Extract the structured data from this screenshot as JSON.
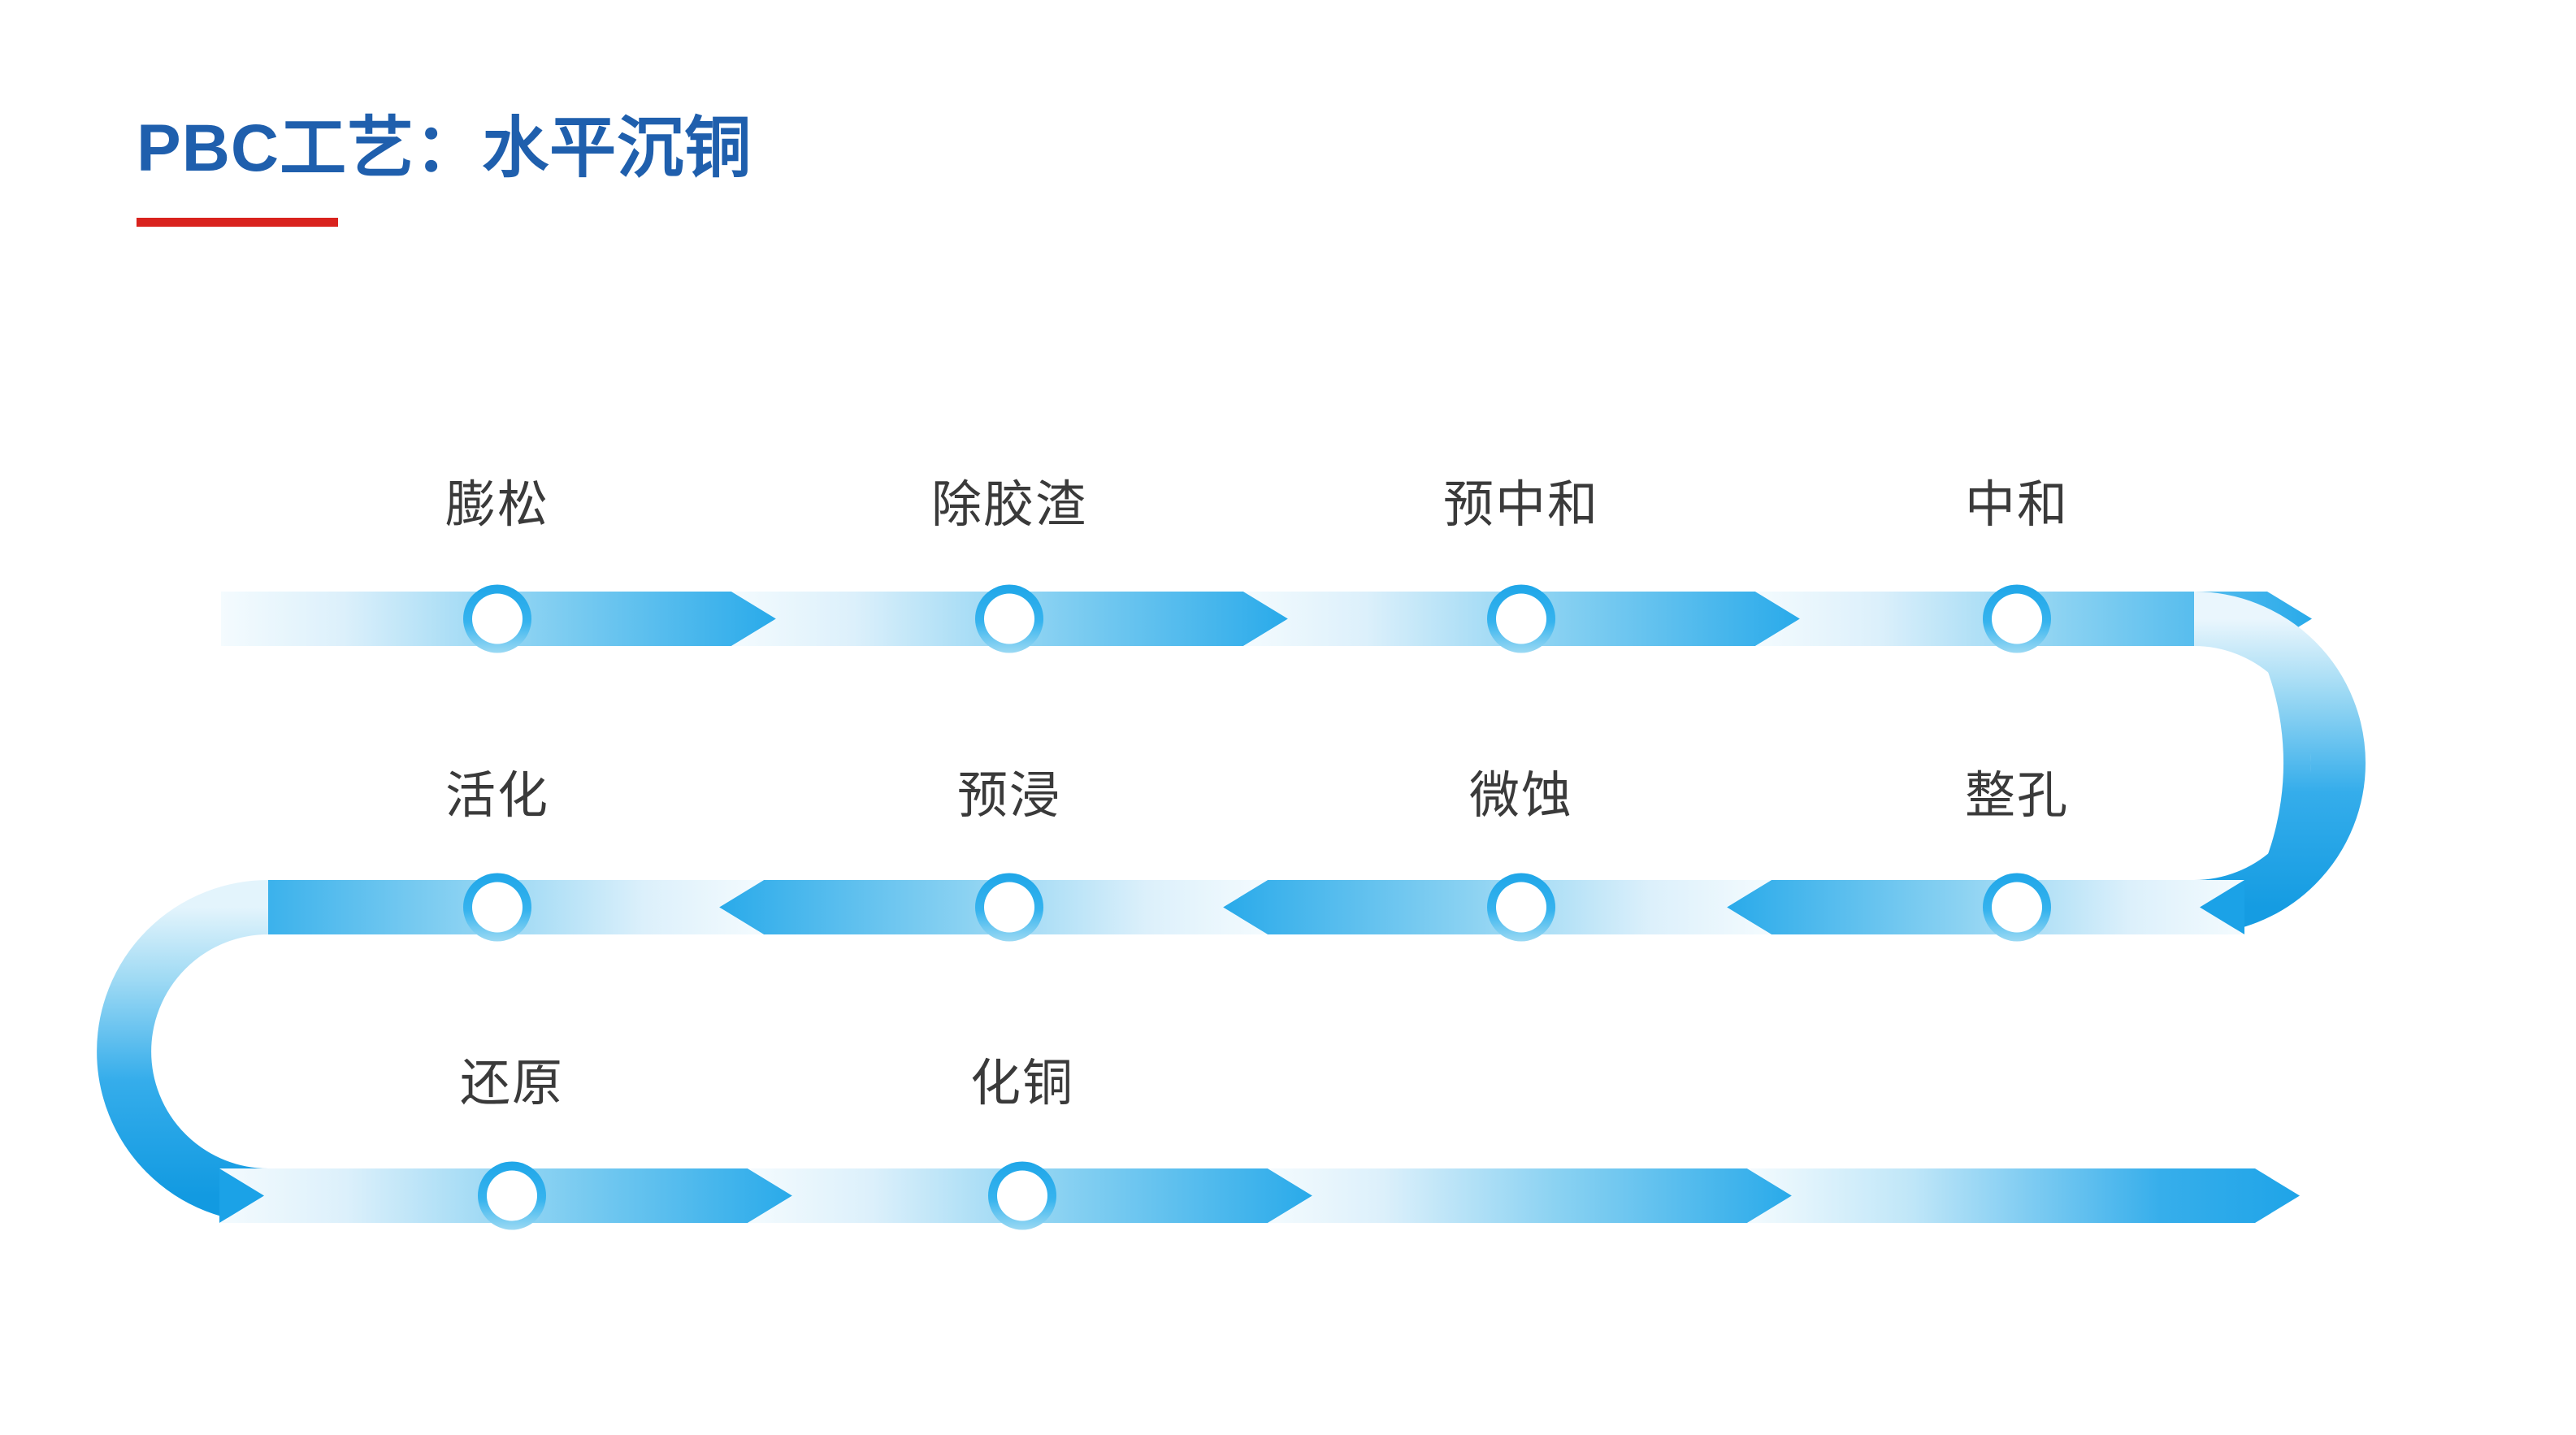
{
  "header": {
    "title": "PBC工艺：水平沉铜",
    "title_color": "#1F5FAD",
    "underline_color": "#D9231E"
  },
  "diagram": {
    "type": "serpentine-process-flow",
    "accent_color": "#21A7E8",
    "accent_color_dark": "#1296DC",
    "accent_color_light": "#EAF7FD",
    "node_ring_color": "#1DA4E8",
    "node_fill_color": "#FFFFFF",
    "label_color": "#3A3A3A",
    "rows": [
      {
        "direction": "left-to-right",
        "steps": [
          {
            "index": 1,
            "label": "膨松"
          },
          {
            "index": 2,
            "label": "除胶渣"
          },
          {
            "index": 3,
            "label": "预中和"
          },
          {
            "index": 4,
            "label": "中和"
          }
        ]
      },
      {
        "direction": "right-to-left",
        "steps": [
          {
            "index": 8,
            "label": "活化"
          },
          {
            "index": 7,
            "label": "预浸"
          },
          {
            "index": 6,
            "label": "微蚀"
          },
          {
            "index": 5,
            "label": "整孔"
          }
        ]
      },
      {
        "direction": "left-to-right",
        "steps": [
          {
            "index": 9,
            "label": "还原"
          },
          {
            "index": 10,
            "label": "化铜"
          }
        ]
      }
    ],
    "connectors": [
      {
        "name": "u-turn-right",
        "from_row": 1,
        "to_row": 2,
        "side": "right"
      },
      {
        "name": "u-turn-left",
        "from_row": 2,
        "to_row": 3,
        "side": "left"
      }
    ],
    "sequence": [
      "膨松",
      "除胶渣",
      "预中和",
      "中和",
      "整孔",
      "微蚀",
      "预浸",
      "活化",
      "还原",
      "化铜"
    ]
  }
}
